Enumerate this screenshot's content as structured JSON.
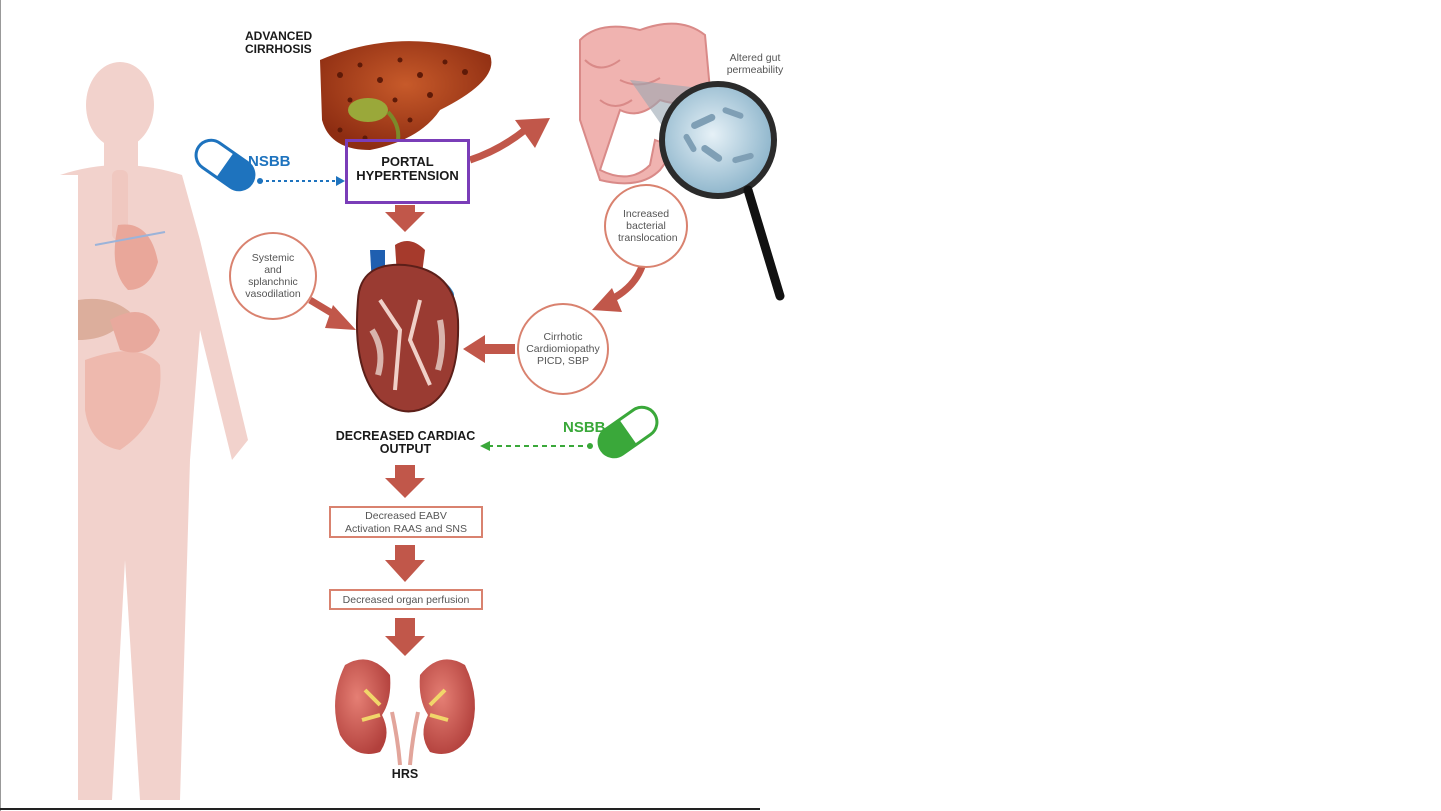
{
  "diagram": {
    "labels": {
      "advanced_cirrhosis": "ADVANCED\nCIRRHOSIS",
      "portal_hypertension": "PORTAL\nHYPERTENSION",
      "altered_gut": "Altered gut\npermeability",
      "increased_bacterial": "Increased\nbacterial\ntranslocation",
      "systemic_vasodilation": "Systemic and\nsplanchnic\nvasodilation",
      "cirrhotic_cardiomyopathy": "Cirrhotic\nCardiomiopathy\nPICD, SBP",
      "decreased_cardiac_output": "DECREASED CARDIAC\nOUTPUT",
      "eabv": "Decreased EABV\nActivation RAAS and SNS",
      "organ_perfusion": "Decreased organ perfusion",
      "hrs": "HRS",
      "nsbb_blue": "NSBB",
      "nsbb_green": "NSBB"
    },
    "colors": {
      "arrow": "#c1574a",
      "circle_border": "#d9826f",
      "nsbb_blue": "#1e73be",
      "nsbb_green": "#3aa83a",
      "highlight": "#7a3db8",
      "body_silhouette": "#f2d2cc"
    },
    "icons": [
      "human-body-silhouette",
      "liver-icon",
      "intestine-icon",
      "magnifier-bacteria-icon",
      "heart-icon",
      "kidneys-icon",
      "pill-blue-icon",
      "pill-green-icon"
    ]
  }
}
